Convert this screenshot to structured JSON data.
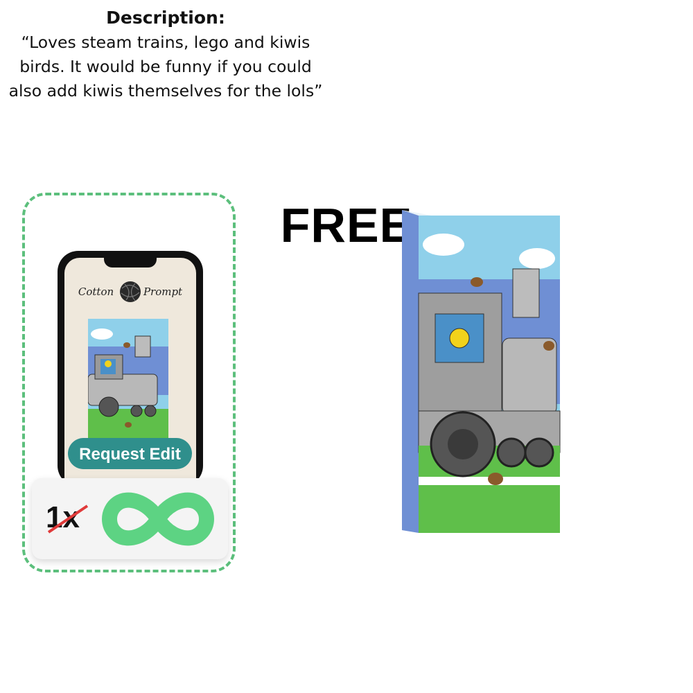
{
  "description": {
    "title": "Description:",
    "lines": [
      "“Loves steam trains, lego and kiwis",
      "birds. It would be funny if you could",
      "also add kiwis themselves for the lols”"
    ]
  },
  "promo": {
    "headline": "FREE",
    "brand_left": "Cotton",
    "brand_right": "Prompt",
    "request_button": "Request Edit",
    "old_limit": "1x",
    "new_limit_icon": "infinity-icon"
  },
  "colors": {
    "dash_border": "#5cbf7c",
    "button": "#2f8f8c",
    "infinity": "#5dd383",
    "strike": "#e03a3a"
  }
}
